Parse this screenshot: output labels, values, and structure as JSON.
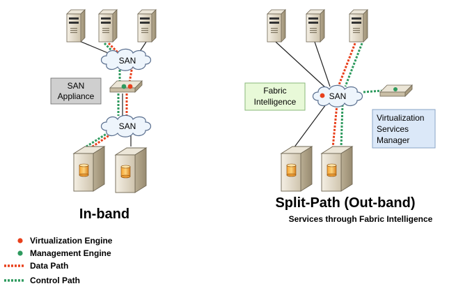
{
  "left": {
    "san_top": "SAN",
    "san_bottom": "SAN",
    "appliance_line1": "SAN",
    "appliance_line2": "Appliance",
    "title": "In-band"
  },
  "right": {
    "san": "SAN",
    "fabric_line1": "Fabric",
    "fabric_line2": "Intelligence",
    "vsm_line1": "Virtualization",
    "vsm_line2": "Services",
    "vsm_line3": "Manager",
    "title": "Split-Path (Out-band)",
    "subtitle": "Services through Fabric Intelligence"
  },
  "legend": {
    "virtualization_engine": "Virtualization Engine",
    "management_engine": "Management Engine",
    "data_path": "Data Path",
    "control_path": "Control Path"
  },
  "colors": {
    "data_path": "#e8401c",
    "control_path": "#2e9a5e",
    "cloud_fill": "#eef5fc",
    "cloud_stroke": "#5a6f8f",
    "fabric_box": "#e8f9d8",
    "vsm_box": "#dbe8f8",
    "appliance_box": "#cfcfcf"
  }
}
